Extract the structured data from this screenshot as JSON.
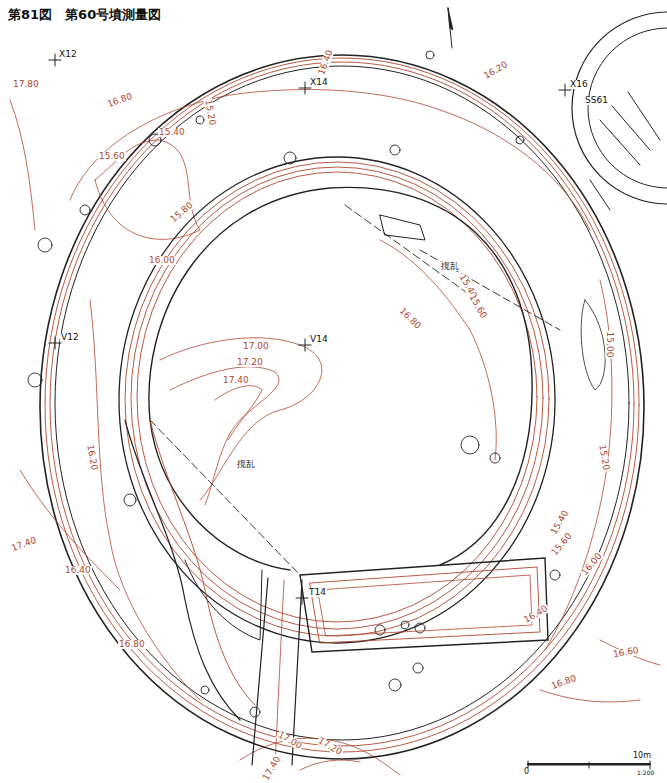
{
  "diagram": {
    "title": "第81図　第60号墳測量図",
    "labels": [
      "X12",
      "X14",
      "X16",
      "SS61",
      "V12",
      "V14",
      "T14",
      "撹乱",
      "撹乱",
      "16.40",
      "16.20",
      "17.80",
      "16.80",
      "15.20",
      "15.40",
      "15.60",
      "15.80",
      "16.00",
      "15.40",
      "15.60",
      "16.80",
      "17.00",
      "17.20",
      "17.40",
      "15.00",
      "16.20",
      "15.20",
      "17.40",
      "16.40",
      "15.40",
      "15.60",
      "16.00",
      "16.40",
      "16.60",
      "16.80",
      "16.80",
      "17.00",
      "17.20",
      "17.40",
      "0",
      "10m",
      "1:200"
    ]
  }
}
